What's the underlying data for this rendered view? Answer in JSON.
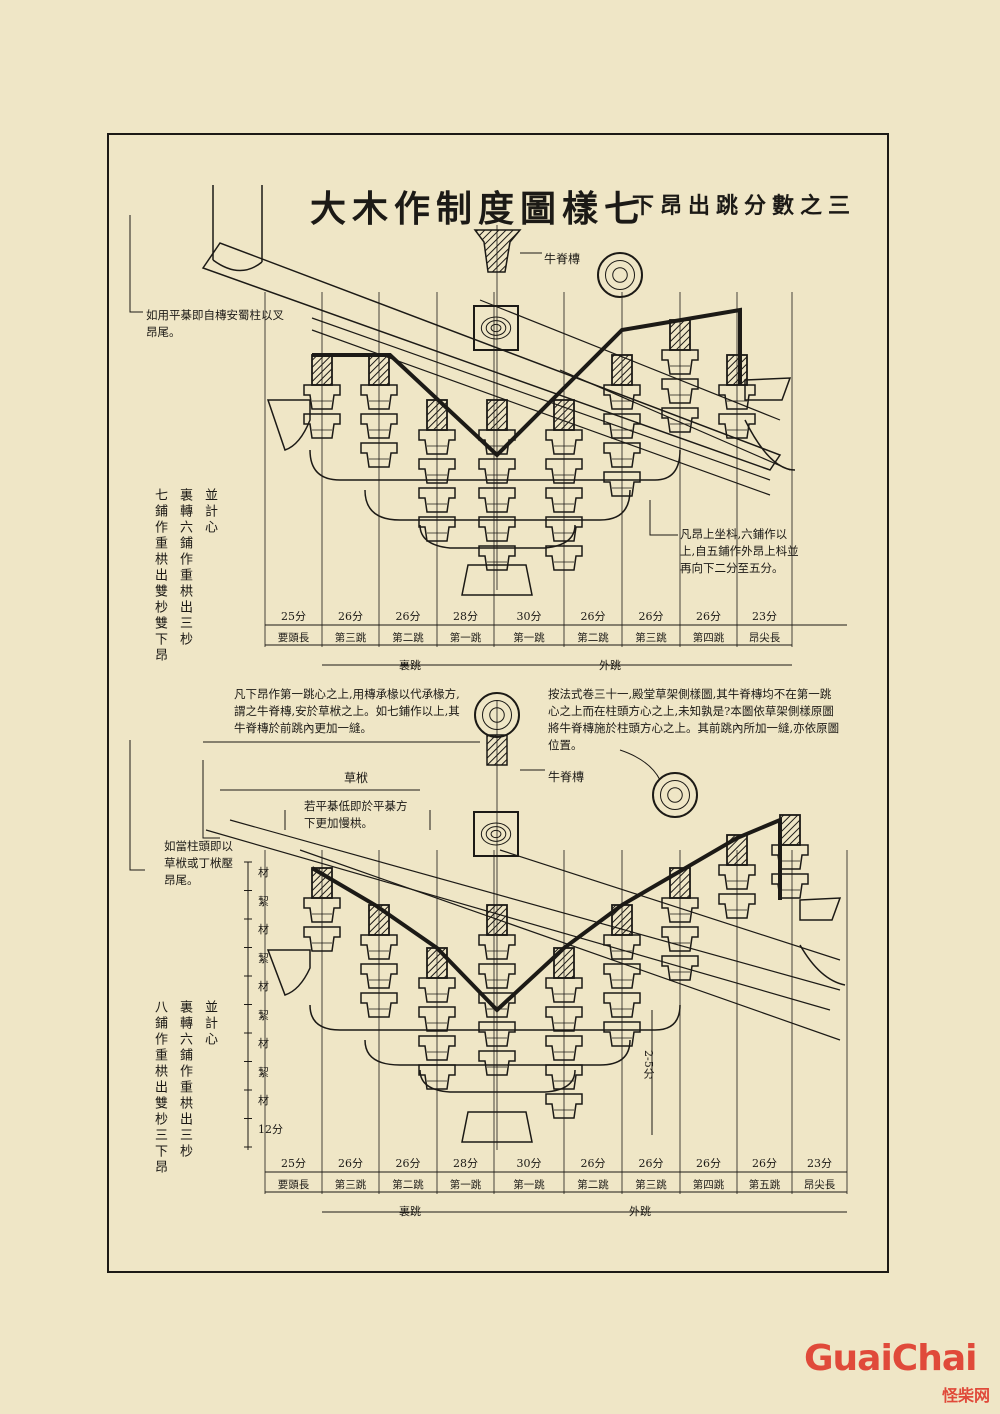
{
  "title": "大木作制度圖樣七",
  "subtitle": "下昂出跳分數之三",
  "labels": {
    "purlin_top": "牛脊槫",
    "purlin_mid": "牛脊槫",
    "rafter": "草栿",
    "dim_vertical": "2-5分"
  },
  "notes": {
    "top_left": "如用平棊即自槫安蜀柱以叉昂尾。",
    "top_right": "凡昂上坐枓,六鋪作以上,自五鋪作外昂上枓並再向下二分至五分。",
    "mid_left": "凡下昂作第一跳心之上,用槫承椽以代承椽方,謂之牛脊槫,安於草栿之上。如七鋪作以上,其牛脊槫於前跳內更加一縫。",
    "mid_right": "按法式卷三十一,殿堂草架側樣圖,其牛脊槫均不在第一跳心之上而在柱頭方心之上,未知孰是?本圖依草架側樣原圖將牛脊槫施於柱頭方心之上。其前跳內所加一縫,亦依原圖位置。",
    "ping_qi": "若平棊低即於平棊方下更加慢栱。",
    "lower_left": "如當柱頭即以草栿或丁栿壓昂尾。"
  },
  "caption_top": [
    "並計心",
    "裏轉六鋪作重栱出三杪",
    "七鋪作重栱出雙杪雙下昂"
  ],
  "caption_bottom": [
    "並計心",
    "裏轉六鋪作重栱出三杪",
    "八鋪作重栱出雙杪三下昂"
  ],
  "dims_top": {
    "values": [
      "25分",
      "26分",
      "26分",
      "28分",
      "30分",
      "26分",
      "26分",
      "26分",
      "23分"
    ],
    "names": [
      "要頭長",
      "第三跳",
      "第二跳",
      "第一跳",
      "第一跳",
      "第二跳",
      "第三跳",
      "第四跳",
      "昂尖長"
    ],
    "inner": "裏跳",
    "outer": "外跳"
  },
  "dims_bottom": {
    "values": [
      "25分",
      "26分",
      "26分",
      "28分",
      "30分",
      "26分",
      "26分",
      "26分",
      "26分",
      "23分"
    ],
    "names": [
      "要頭長",
      "第三跳",
      "第二跳",
      "第一跳",
      "第一跳",
      "第二跳",
      "第三跳",
      "第四跳",
      "第五跳",
      "昂尖長"
    ],
    "inner": "裏跳",
    "outer": "外跳"
  },
  "side_scale": [
    "材",
    "絜",
    "材",
    "絜",
    "材",
    "絜",
    "材",
    "絜",
    "材",
    "12分"
  ],
  "logo": {
    "en": "GuaiChai",
    "cn": "怪柴网"
  },
  "colors": {
    "paper": "#efe6c6",
    "ink": "#1c1a16",
    "logo": "#e04a3a"
  }
}
